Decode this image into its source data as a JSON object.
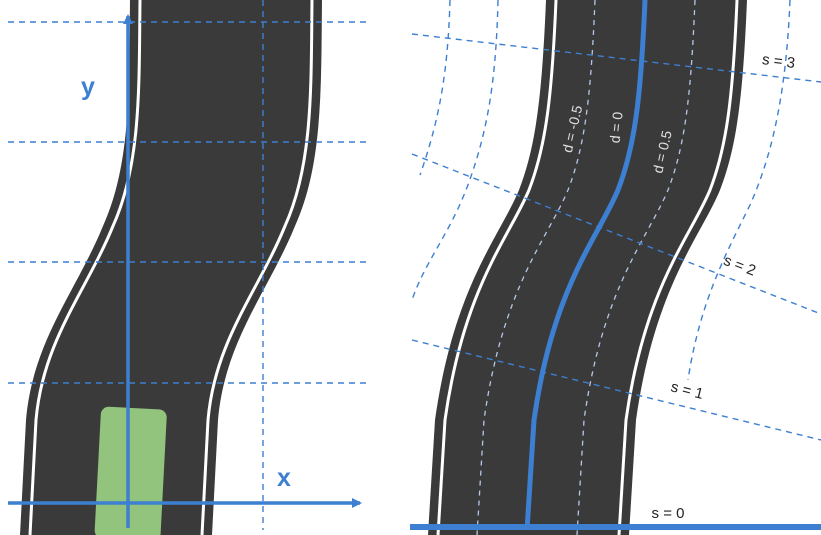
{
  "colors": {
    "road": "#3a3a3a",
    "road_edge_line": "#ffffff",
    "axis_blue": "#3d7fd1",
    "grid_dash": "#3d7fd1",
    "car": "#93c47d",
    "lane_dash": "#b4c8e6"
  },
  "left_panel": {
    "x_axis_label": "x",
    "y_axis_label": "y",
    "vehicle_icon": "car-rectangle"
  },
  "right_panel": {
    "s_labels": [
      "s = 0",
      "s = 1",
      "s = 2",
      "s = 3"
    ],
    "d_labels": [
      "d = -0.5",
      "d = 0",
      "d = 0.5"
    ]
  }
}
